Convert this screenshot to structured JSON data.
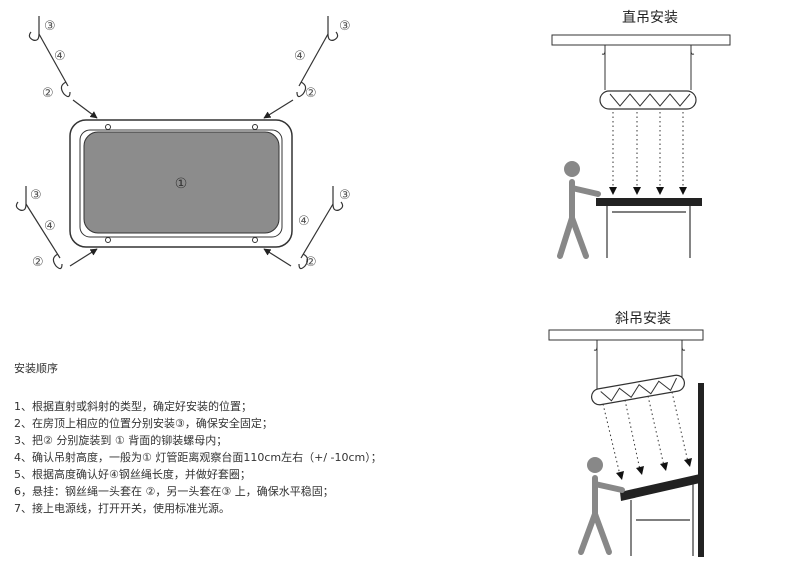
{
  "top_view": {
    "panel_label": "①",
    "hook_label": "③",
    "wire_label": "④",
    "ring_label": "②"
  },
  "straight_hang": {
    "title": "直吊安装"
  },
  "angled_hang": {
    "title": "斜吊安装"
  },
  "instructions": {
    "heading": "安装顺序",
    "steps": [
      "1、根据直射或斜射的类型，确定好安装的位置；",
      "2、在房顶上相应的位置分别安装③，确保安全固定；",
      "3、把② 分别旋装到 ① 背面的铆装螺母内；",
      "4、确认吊射高度，一般为① 灯管距离观察台面110cm左右（+/ -10cm）；",
      "5、根据高度确认好④钢丝绳长度，并做好套圈；",
      "6，悬挂：钢丝绳一头套在 ②，另一头套在③ 上，确保水平稳固；",
      "7、接上电源线，打开开关，使用标准光源。"
    ]
  },
  "colors": {
    "panel_fill": "#8c8c8c",
    "line": "#333333",
    "figure": "#888888",
    "table": "#222222"
  }
}
